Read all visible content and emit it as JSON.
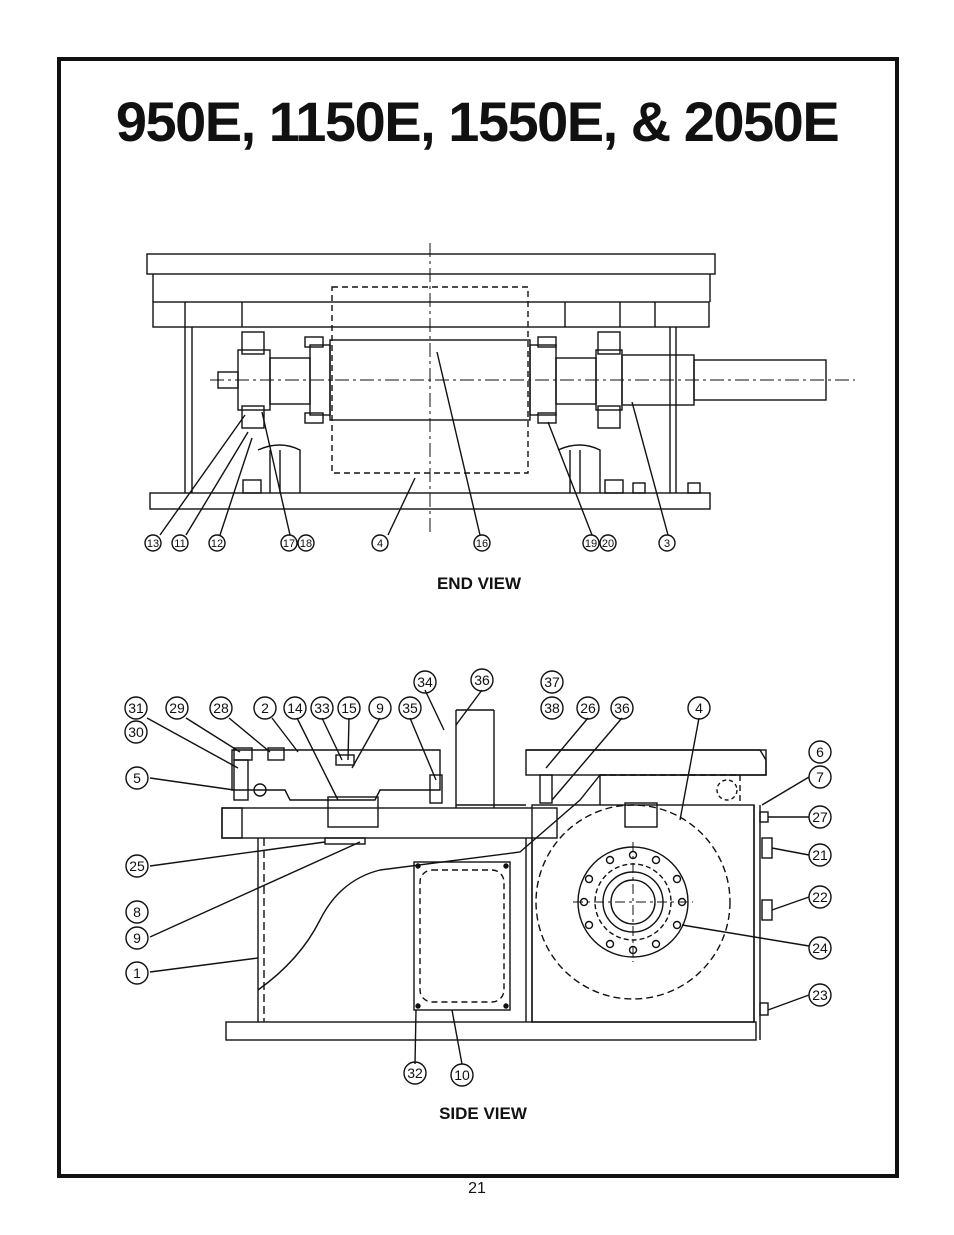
{
  "title": "950E, 1150E, 1550E, & 2050E",
  "end_view": {
    "label": "END VIEW",
    "callouts": [
      "13",
      "11",
      "12",
      "17",
      "18",
      "4",
      "16",
      "19",
      "20",
      "3"
    ]
  },
  "side_view": {
    "label": "SIDE VIEW",
    "callouts": [
      "31",
      "30",
      "29",
      "28",
      "2",
      "14",
      "33",
      "15",
      "9",
      "35",
      "34",
      "36",
      "37",
      "38",
      "26",
      "36",
      "4",
      "6",
      "7",
      "27",
      "21",
      "22",
      "24",
      "23",
      "5",
      "25",
      "8",
      "9",
      "1",
      "32",
      "10"
    ]
  },
  "page_number": "21"
}
